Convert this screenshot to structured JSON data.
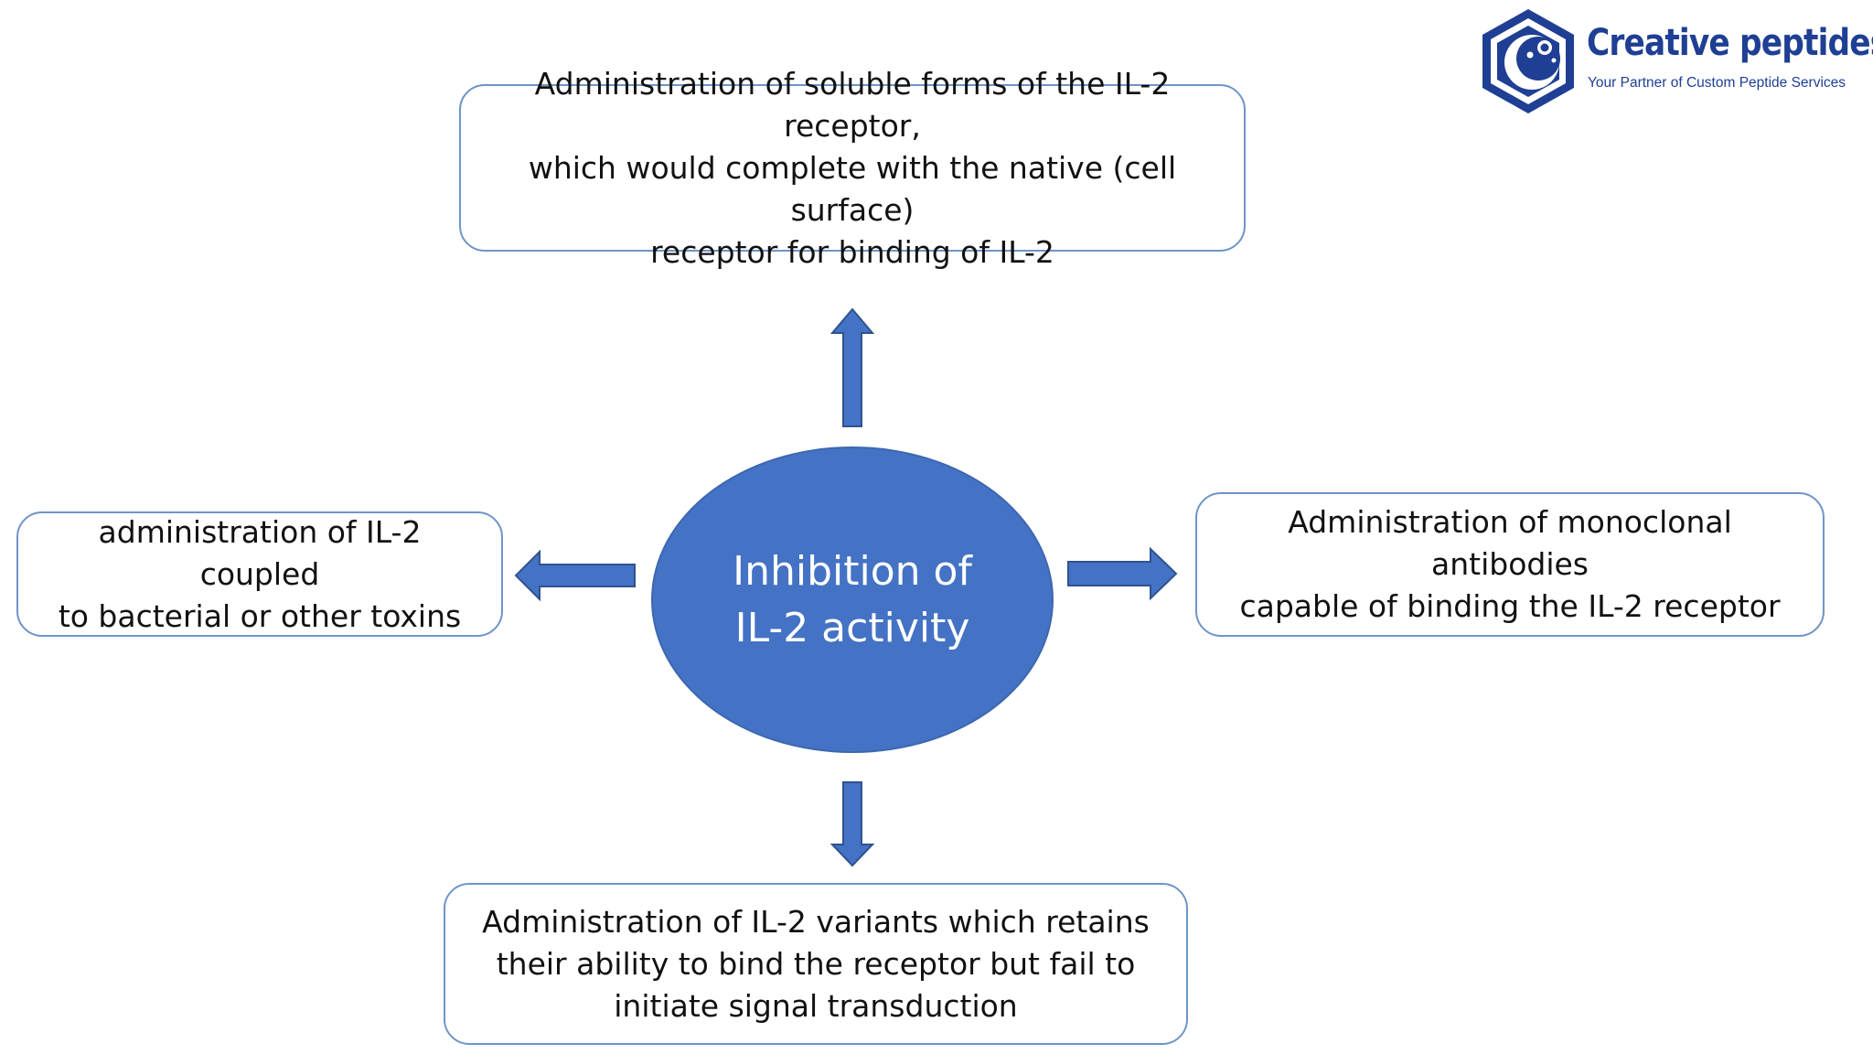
{
  "logo": {
    "name": "Creative peptides",
    "tagline": "Your Partner of Custom Peptide Services",
    "colors": {
      "navy": "#1f3f94",
      "accent": "#ffffff"
    }
  },
  "diagram": {
    "center": {
      "line1": "Inhibition of",
      "line2": "IL-2 activity",
      "fill": "#4472c4"
    },
    "nodes": {
      "top": {
        "lines": [
          "Administration of soluble forms of the IL-2 receptor,",
          "which would complete with the native (cell surface)",
          "receptor for binding of IL-2"
        ]
      },
      "left": {
        "lines": [
          "administration of IL-2 coupled",
          "to bacterial or other toxins"
        ]
      },
      "right": {
        "lines": [
          "Administration of monoclonal antibodies",
          "capable of binding the IL-2 receptor"
        ]
      },
      "bottom": {
        "lines": [
          "Administration of IL-2 variants which retains",
          "their ability to bind the receptor but fail to",
          "initiate signal transduction"
        ]
      }
    },
    "edges": [
      {
        "from": "center",
        "to": "top"
      },
      {
        "from": "center",
        "to": "left"
      },
      {
        "from": "center",
        "to": "right"
      },
      {
        "from": "center",
        "to": "bottom"
      }
    ],
    "colors": {
      "arrow_fill": "#4472c4",
      "arrow_stroke": "#2f528f",
      "box_border": "#6f94c8"
    }
  }
}
